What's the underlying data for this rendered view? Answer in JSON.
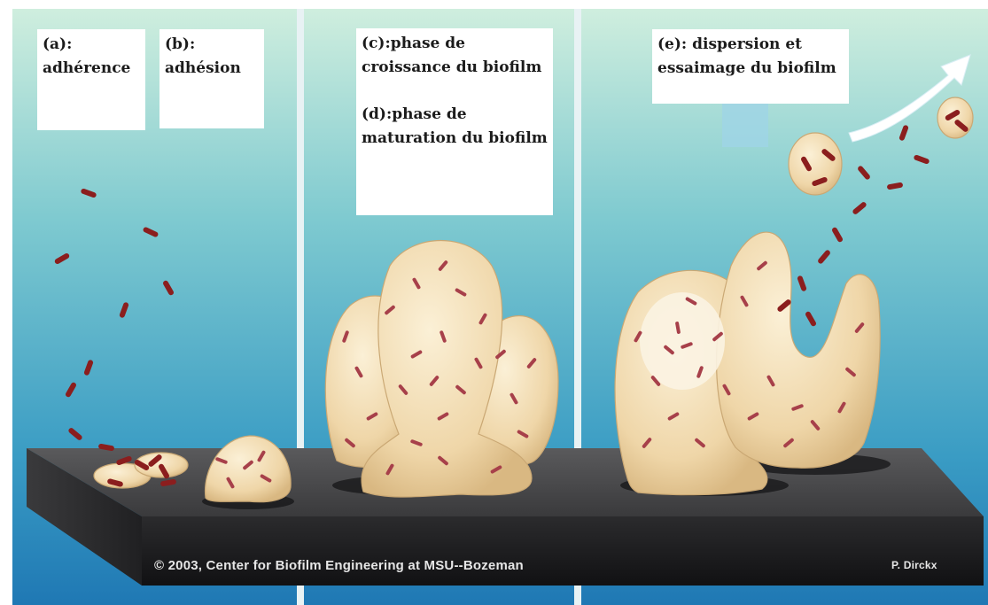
{
  "labels": {
    "a": {
      "line1": "(a):",
      "line2": "adhérence"
    },
    "b": {
      "line1": "(b):",
      "line2": "adhésion"
    },
    "c": {
      "line1": "(c):phase de",
      "line2": "croissance du biofilm"
    },
    "d": {
      "line1": "(d):phase de",
      "line2": "maturation du biofilm"
    },
    "e": {
      "line1": "(e): dispersion et",
      "line2": "essaimage du biofilm"
    }
  },
  "footer": {
    "copyright": "© 2003, Center for Biofilm Engineering at MSU--Bozeman",
    "author": "P. Dirckx"
  },
  "colors": {
    "panel_top": "#c9ead0",
    "panel_mid": "#5bb7c4",
    "panel_bottom": "#1f7fb8",
    "substrate_top": "#4a4a4c",
    "substrate_front": "#1d1d1f",
    "biofilm": "#f1dcb4",
    "bacteria": "#8b1e1e",
    "arrow": "#ffffff"
  }
}
